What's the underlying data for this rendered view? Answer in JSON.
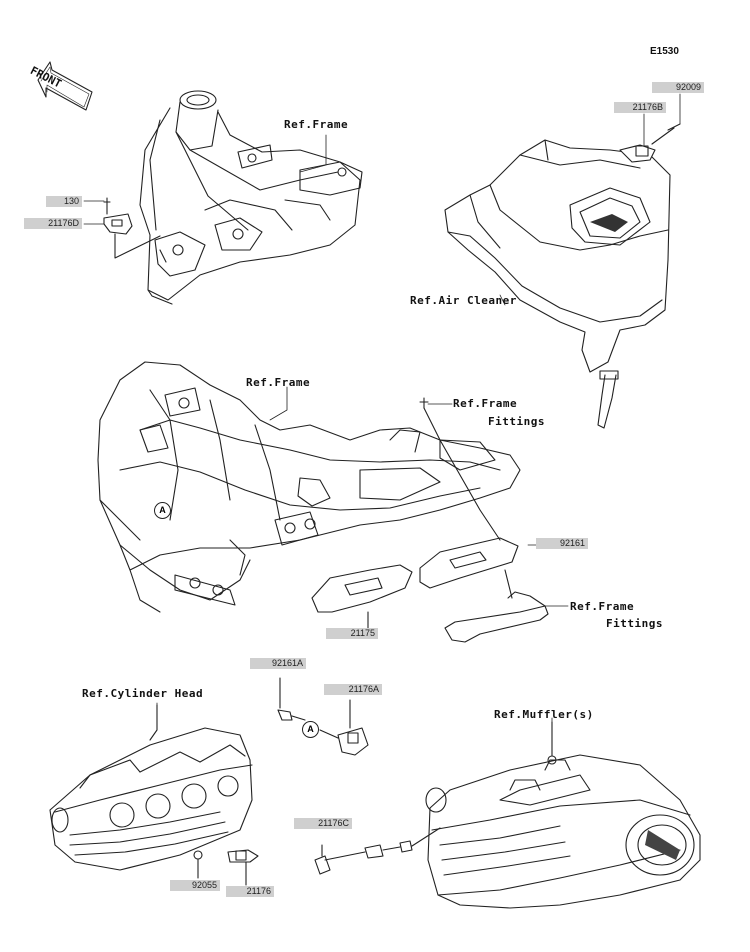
{
  "diagram_code": "E1530",
  "front_label": "FRONT",
  "ref_labels": {
    "frame_top": "Ref.Frame",
    "air_cleaner": "Ref.Air Cleaner",
    "frame_mid": "Ref.Frame",
    "frame_fittings_1a": "Ref.Frame",
    "frame_fittings_1b": "Fittings",
    "frame_fittings_2a": "Ref.Frame",
    "frame_fittings_2b": "Fittings",
    "cylinder_head": "Ref.Cylinder Head",
    "muffler": "Ref.Muffler(s)"
  },
  "part_tags": {
    "p130": "130",
    "p21176D": "21176D",
    "p92009": "92009",
    "p21176B": "21176B",
    "p92161": "92161",
    "p21175": "21175",
    "p92161A": "92161A",
    "p21176A": "21176A",
    "p21176C": "21176C",
    "p92055": "92055",
    "p21176": "21176"
  },
  "callouts": {
    "a1": "A",
    "a2": "A"
  }
}
